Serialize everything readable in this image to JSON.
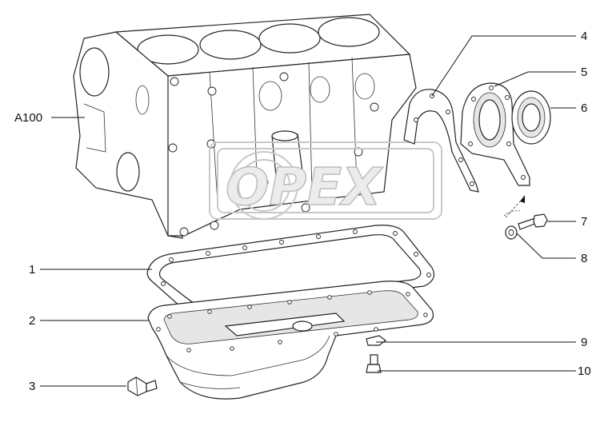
{
  "watermark": "OPEX",
  "callouts": {
    "c_a100": "A100",
    "c_1": "1",
    "c_2": "2",
    "c_3": "3",
    "c_4": "4",
    "c_5": "5",
    "c_6": "6",
    "c_7": "7",
    "c_8": "8",
    "c_9": "9",
    "c_10": "10"
  },
  "parts": {
    "engine_block": "A100",
    "oil_pan_gasket": "1",
    "oil_pan": "2",
    "drain_plug": "3",
    "rear_seal_gasket": "4",
    "rear_seal_housing": "5",
    "crankshaft_seal": "6",
    "bolt": "7",
    "washer": "8",
    "magnet_plug": "9",
    "pan_bolt": "10"
  }
}
